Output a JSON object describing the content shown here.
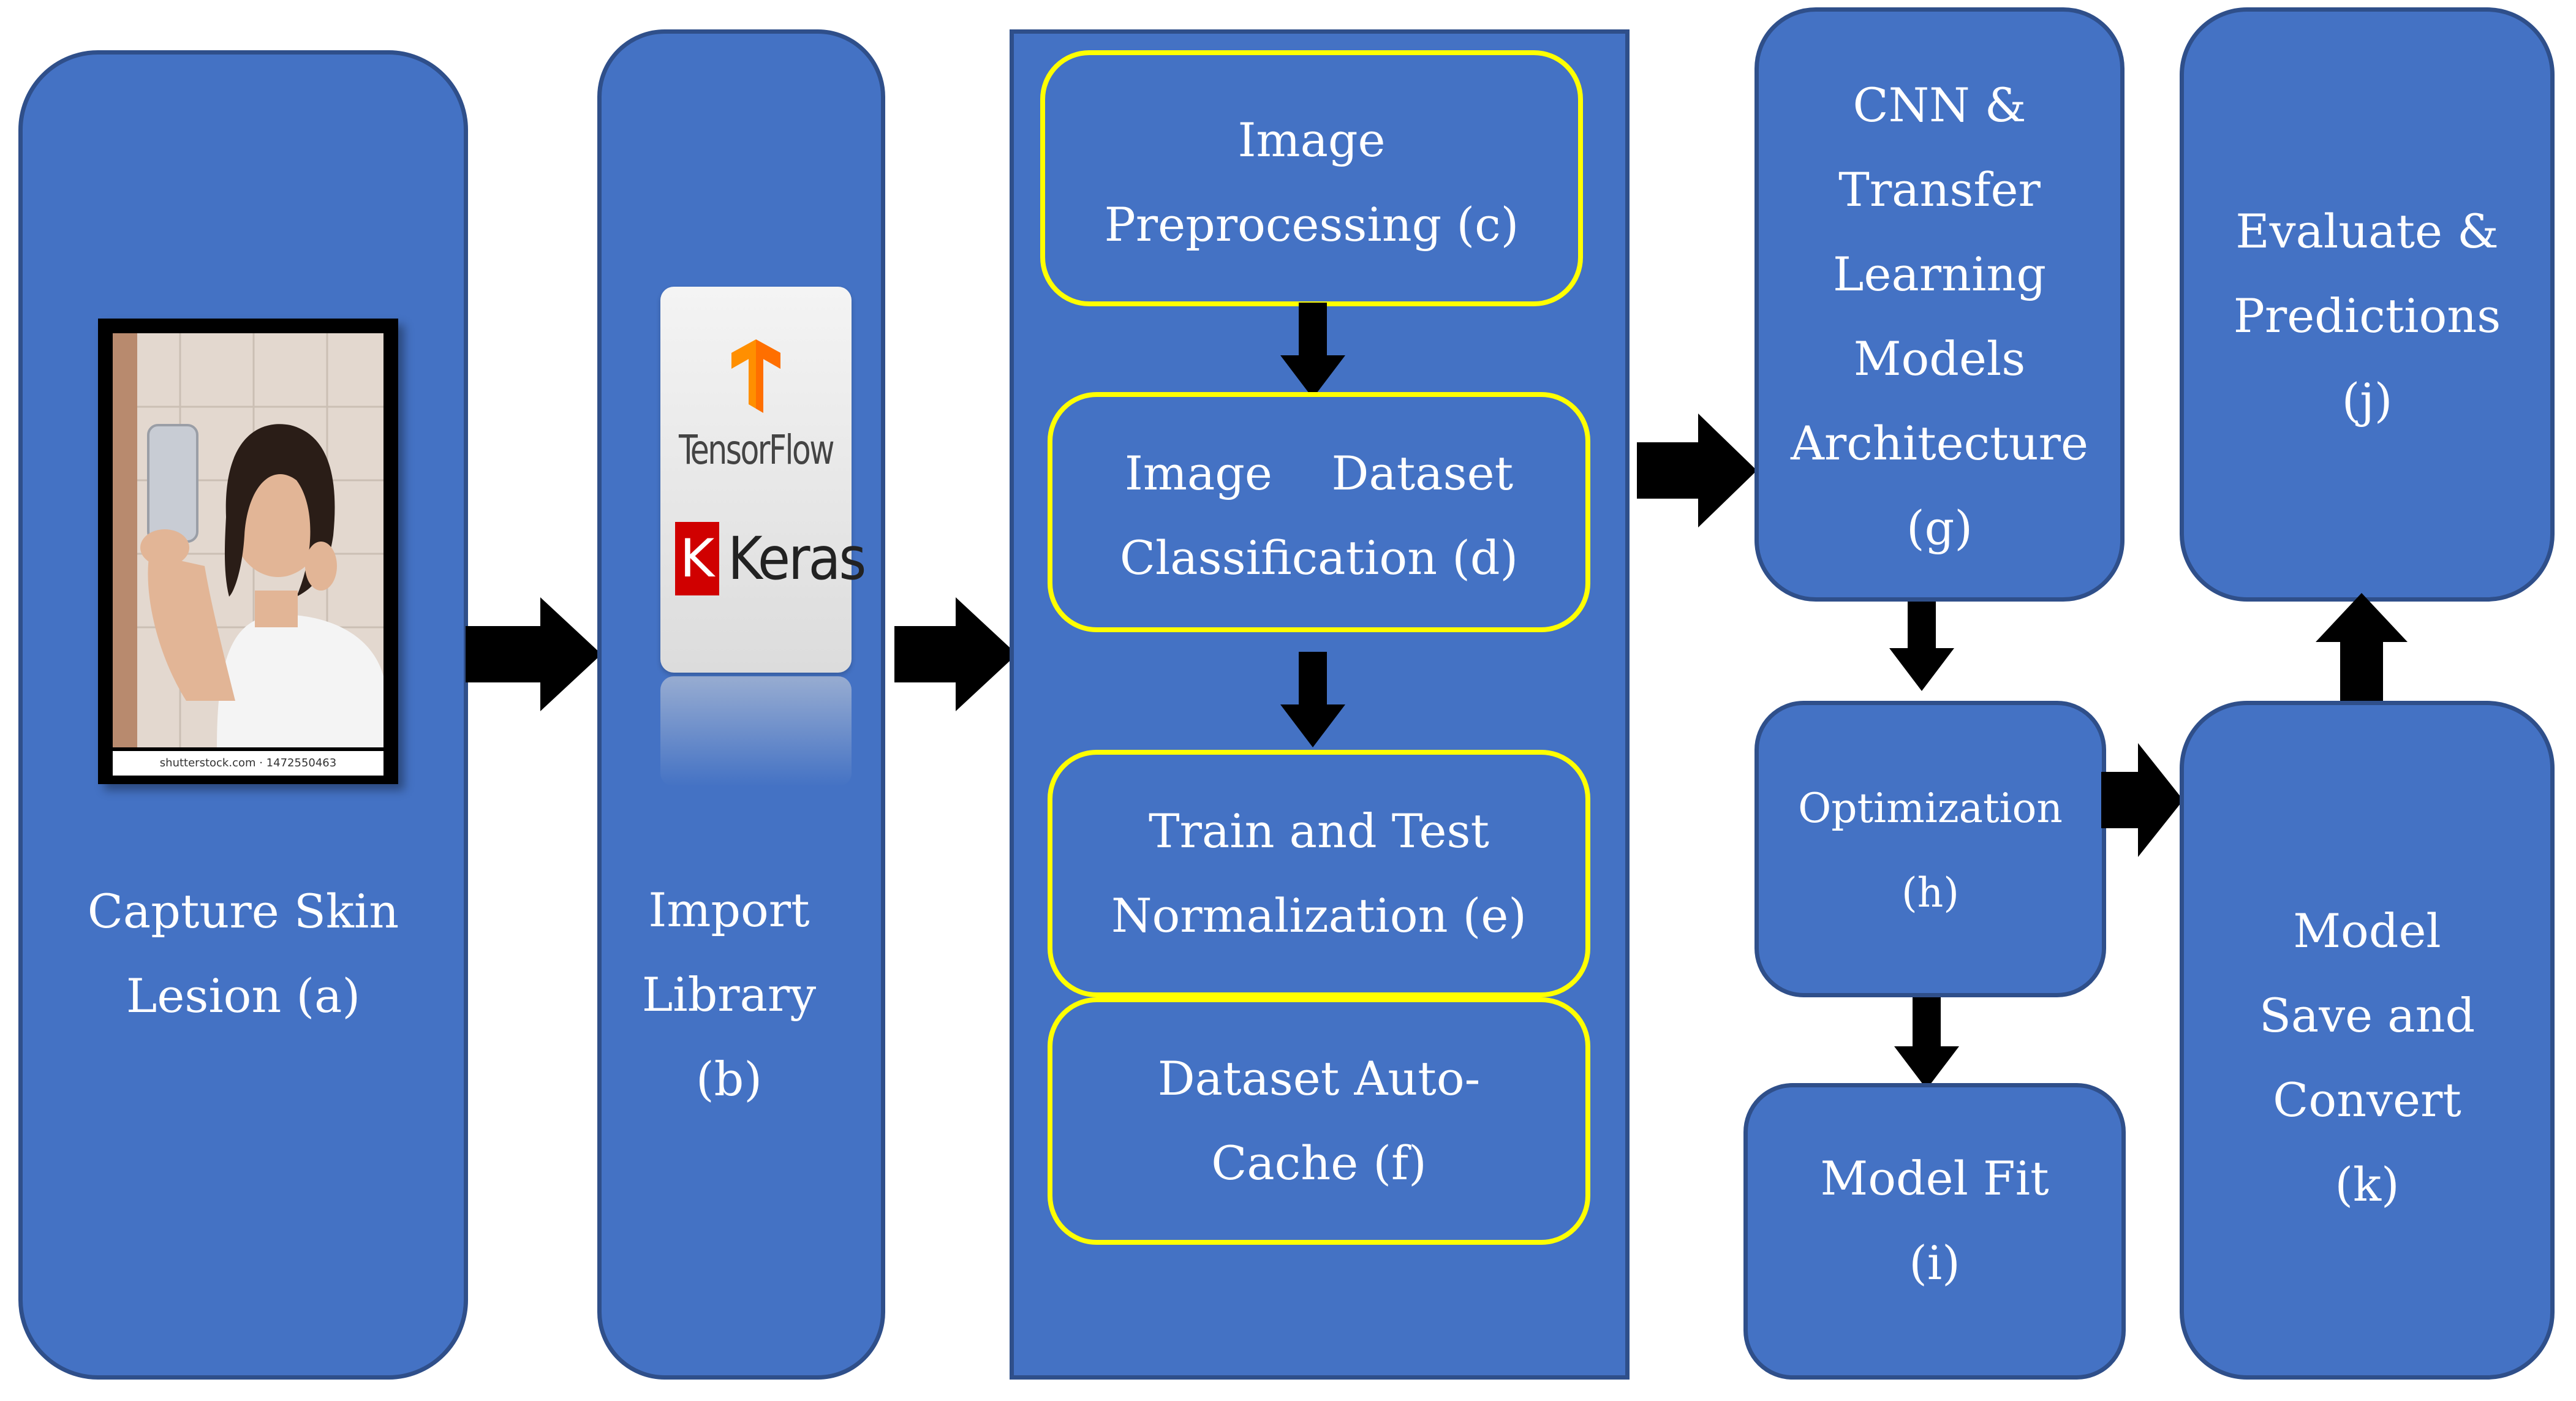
{
  "diagram": {
    "nodes": [
      {
        "id": "a",
        "label": "Capture Skin\nLesion (a)"
      },
      {
        "id": "b",
        "label": "Import\nLibrary\n(b)"
      },
      {
        "id": "c",
        "label": "Image\nPreprocessing (c)"
      },
      {
        "id": "d",
        "label": "Image    Dataset\nClassification (d)"
      },
      {
        "id": "e",
        "label": "Train and Test\nNormalization (e)"
      },
      {
        "id": "f",
        "label": "Dataset Auto-\nCache (f)"
      },
      {
        "id": "g",
        "label": "CNN &\nTransfer\nLearning\nModels\nArchitecture\n(g)"
      },
      {
        "id": "h",
        "label": "Optimization\n(h)"
      },
      {
        "id": "i",
        "label": "Model Fit\n(i)"
      },
      {
        "id": "j",
        "label": "Evaluate &\nPredictions\n(j)"
      },
      {
        "id": "k",
        "label": "Model\nSave and\nConvert\n(k)"
      }
    ],
    "edges": [
      {
        "from": "a",
        "to": "b"
      },
      {
        "from": "b",
        "to": "cdef"
      },
      {
        "from": "c",
        "to": "d"
      },
      {
        "from": "d",
        "to": "e"
      },
      {
        "from": "cdef",
        "to": "g"
      },
      {
        "from": "g",
        "to": "h"
      },
      {
        "from": "h",
        "to": "i"
      },
      {
        "from": "h",
        "to": "k"
      },
      {
        "from": "k",
        "to": "j"
      }
    ]
  },
  "photo": {
    "caption": "shutterstock.com · 1472550463"
  },
  "logos": {
    "tensorflow": "TensorFlow",
    "keras_k": "K",
    "keras": "Keras"
  },
  "colors": {
    "box_fill": "#4472c4",
    "box_border": "#2f4f8a",
    "inner_border": "#ffff00",
    "text": "#ffffff",
    "arrow": "#000000",
    "tensorflow_orange": "#ff8f00",
    "keras_red": "#d00000"
  }
}
